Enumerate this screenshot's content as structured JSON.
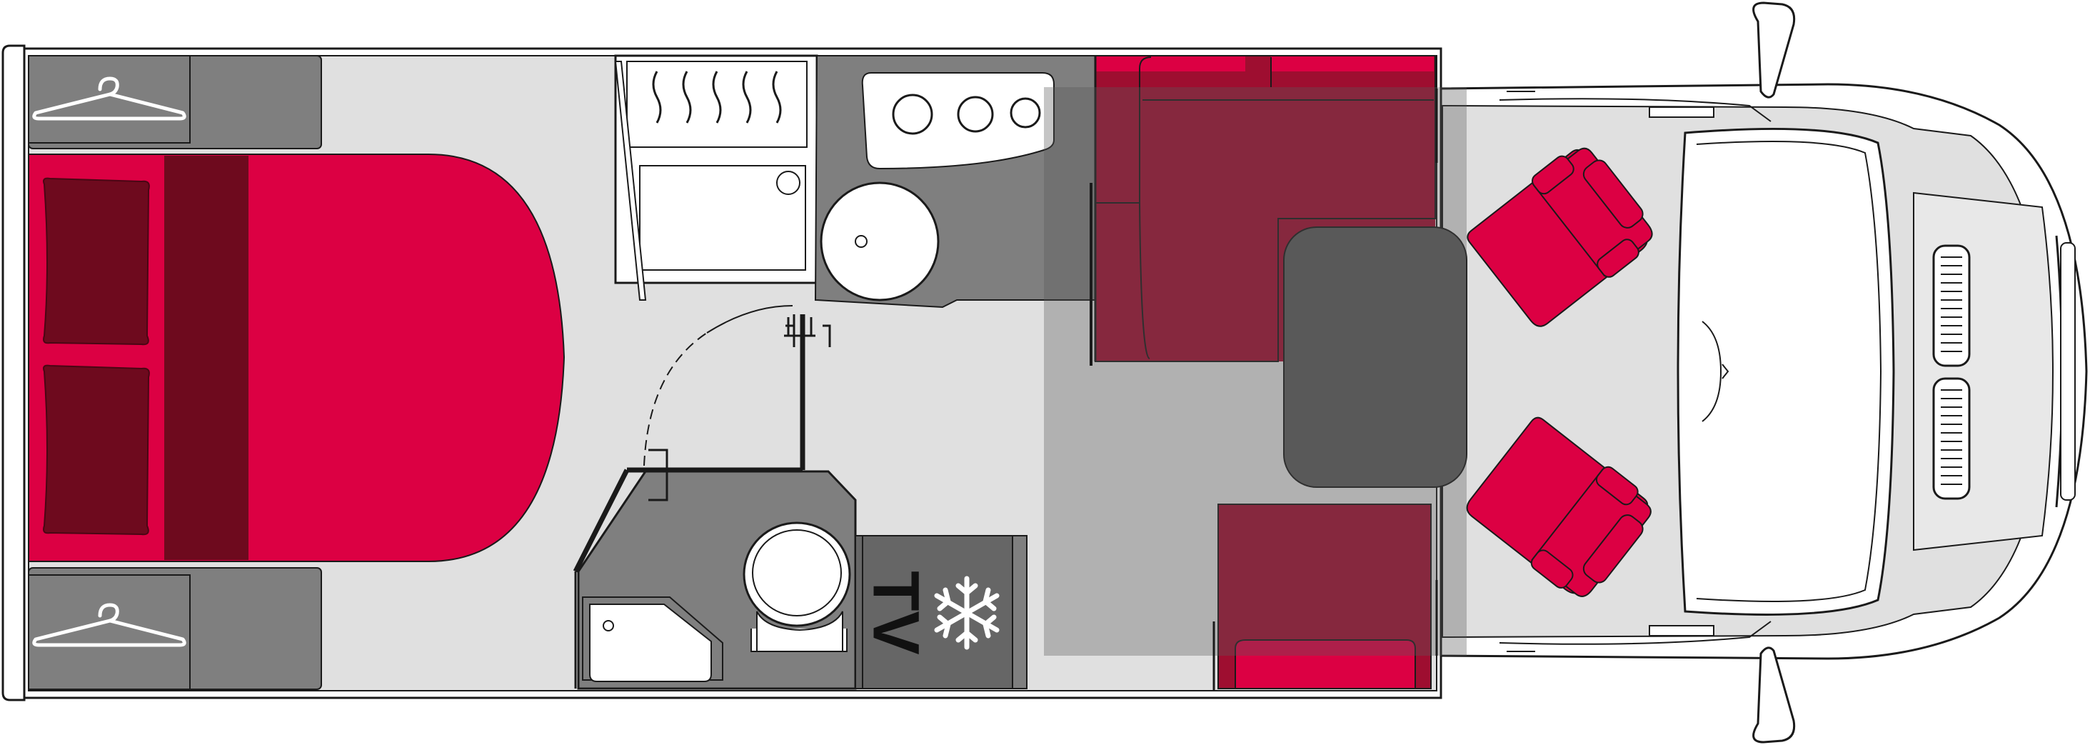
{
  "floorplan": {
    "labels": {
      "tv": "TV"
    },
    "areas": [
      {
        "id": "wardrobe-top-left",
        "icon": "hanger-icon"
      },
      {
        "id": "wardrobe-bottom-left",
        "icon": "hanger-icon"
      },
      {
        "id": "rear-bed"
      },
      {
        "id": "shower-cabin"
      },
      {
        "id": "kitchen",
        "items": [
          "three-burner-hob",
          "round-sink"
        ]
      },
      {
        "id": "dinette-l-sofa"
      },
      {
        "id": "dinette-table"
      },
      {
        "id": "dinette-bench"
      },
      {
        "id": "washroom",
        "items": [
          "toilet",
          "washbasin"
        ]
      },
      {
        "id": "tv-cabinet",
        "icon": "tv-label"
      },
      {
        "id": "fridge",
        "icon": "snowflake-icon"
      },
      {
        "id": "cab",
        "items": [
          "driver-seat",
          "passenger-seat",
          "dashboard",
          "windscreen",
          "side-mirrors"
        ]
      }
    ],
    "colors": {
      "floor": "#e0e0e0",
      "cabinet": "#7f7f7f",
      "cabinet_dark": "#666666",
      "bed_red": "#dc0043",
      "pillow": "#6e0a1e",
      "bed_band": "#6e0a1e",
      "sofa": "#9e0e30",
      "sofa_light": "#dc0043",
      "table": "#595959",
      "seat": "#dc0043",
      "outline": "#1a1a1a",
      "overlay": "rgba(90,90,90,0.4)"
    }
  }
}
